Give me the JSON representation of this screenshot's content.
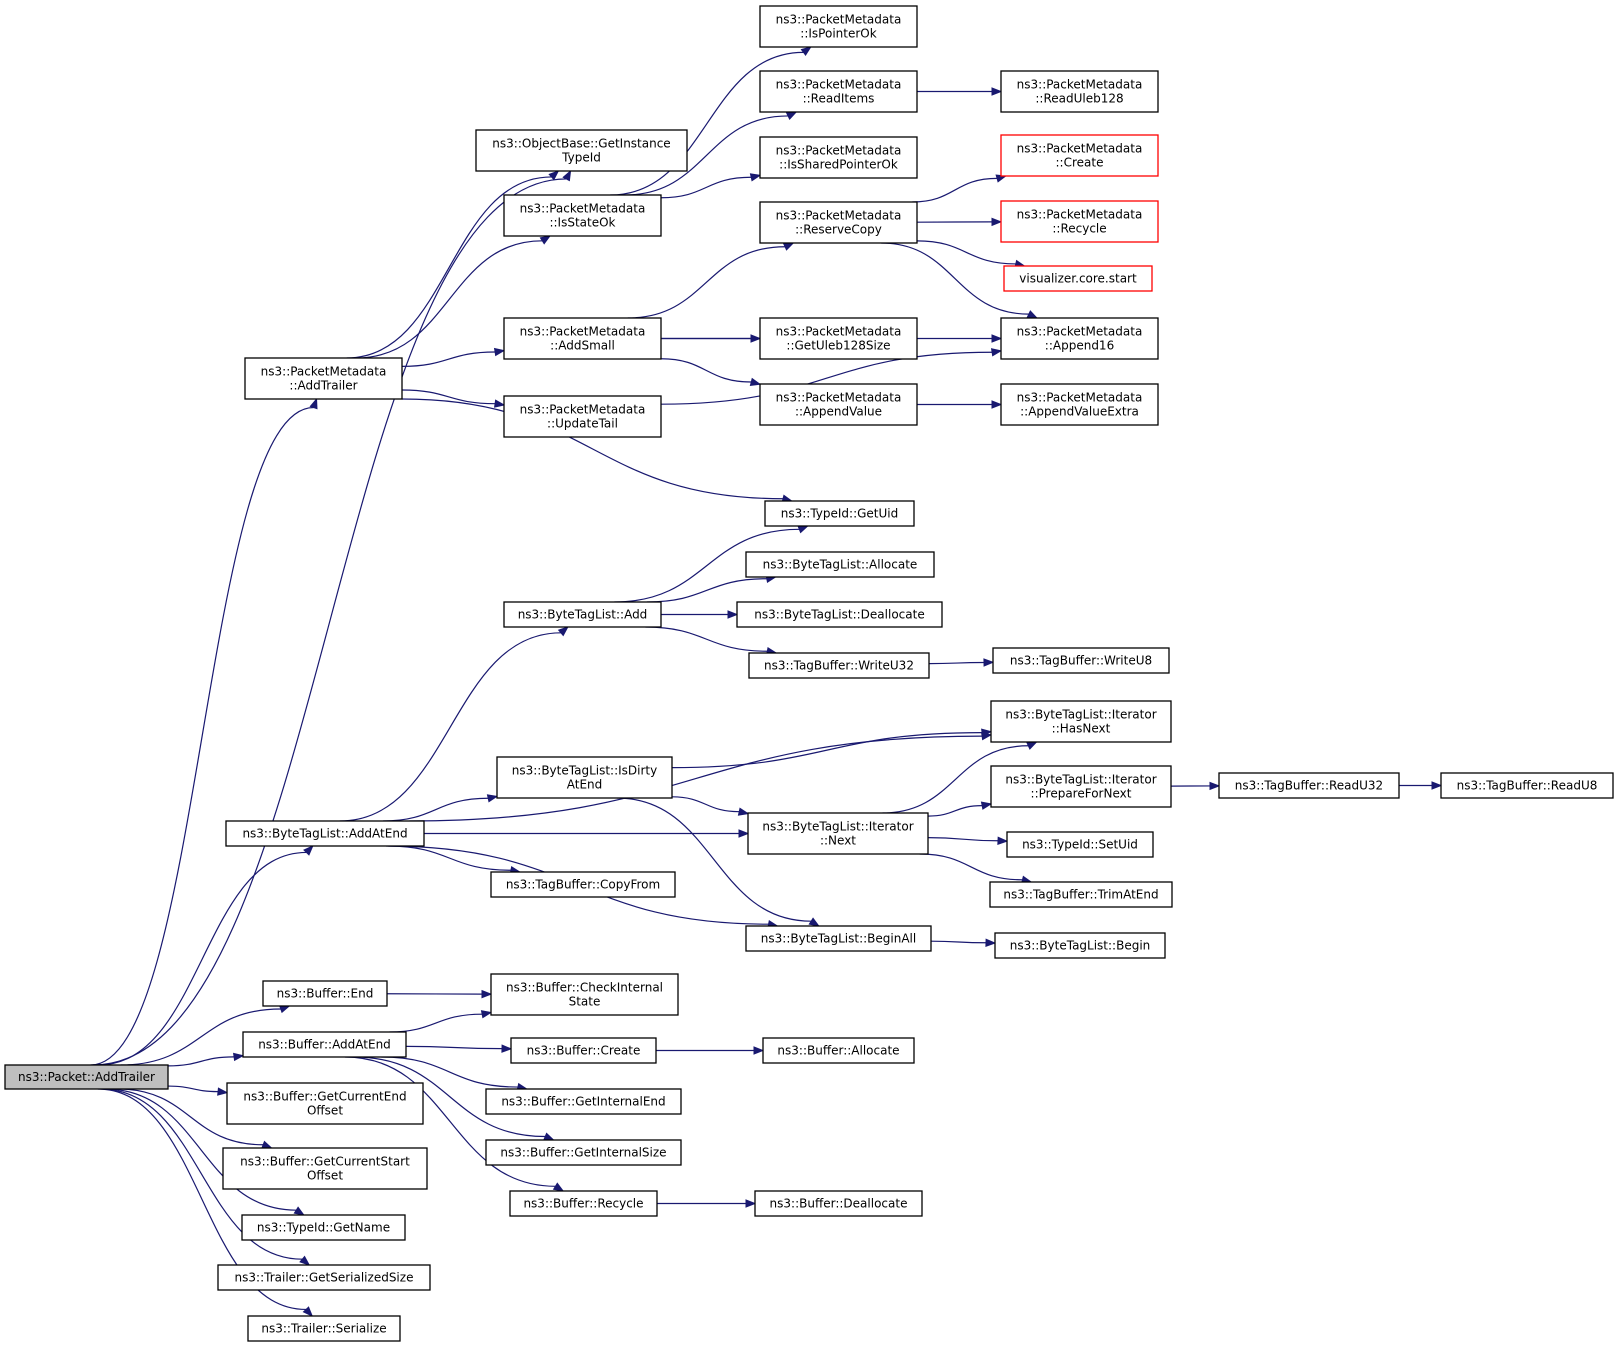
{
  "nodes": [
    {
      "id": "root",
      "lines": [
        "ns3::Packet::AddTrailer"
      ],
      "style": "root"
    },
    {
      "id": "objbase",
      "lines": [
        "ns3::ObjectBase::GetInstance",
        "TypeId"
      ]
    },
    {
      "id": "pm_addtrailer",
      "lines": [
        "ns3::PacketMetadata",
        "::AddTrailer"
      ]
    },
    {
      "id": "pm_isstateok",
      "lines": [
        "ns3::PacketMetadata",
        "::IsStateOk"
      ]
    },
    {
      "id": "pm_addsmall",
      "lines": [
        "ns3::PacketMetadata",
        "::AddSmall"
      ]
    },
    {
      "id": "pm_updatetail",
      "lines": [
        "ns3::PacketMetadata",
        "::UpdateTail"
      ]
    },
    {
      "id": "pm_ispointerok",
      "lines": [
        "ns3::PacketMetadata",
        "::IsPointerOk"
      ]
    },
    {
      "id": "pm_readitems",
      "lines": [
        "ns3::PacketMetadata",
        "::ReadItems"
      ]
    },
    {
      "id": "pm_issharedpointerok",
      "lines": [
        "ns3::PacketMetadata",
        "::IsSharedPointerOk"
      ]
    },
    {
      "id": "pm_reservecopy",
      "lines": [
        "ns3::PacketMetadata",
        "::ReserveCopy"
      ]
    },
    {
      "id": "pm_getuleb128size",
      "lines": [
        "ns3::PacketMetadata",
        "::GetUleb128Size"
      ]
    },
    {
      "id": "pm_appendvalue",
      "lines": [
        "ns3::PacketMetadata",
        "::AppendValue"
      ]
    },
    {
      "id": "pm_readuleb128",
      "lines": [
        "ns3::PacketMetadata",
        "::ReadUleb128"
      ]
    },
    {
      "id": "pm_create",
      "lines": [
        "ns3::PacketMetadata",
        "::Create"
      ],
      "style": "red"
    },
    {
      "id": "pm_recycle",
      "lines": [
        "ns3::PacketMetadata",
        "::Recycle"
      ],
      "style": "red"
    },
    {
      "id": "viz_start",
      "lines": [
        "visualizer.core.start"
      ],
      "style": "red"
    },
    {
      "id": "pm_append16",
      "lines": [
        "ns3::PacketMetadata",
        "::Append16"
      ]
    },
    {
      "id": "pm_appendvalueextra",
      "lines": [
        "ns3::PacketMetadata",
        "::AppendValueExtra"
      ]
    },
    {
      "id": "typeid_getuid",
      "lines": [
        "ns3::TypeId::GetUid"
      ]
    },
    {
      "id": "btl_allocate",
      "lines": [
        "ns3::ByteTagList::Allocate"
      ]
    },
    {
      "id": "btl_add",
      "lines": [
        "ns3::ByteTagList::Add"
      ]
    },
    {
      "id": "btl_deallocate",
      "lines": [
        "ns3::ByteTagList::Deallocate"
      ]
    },
    {
      "id": "tb_writeu32",
      "lines": [
        "ns3::TagBuffer::WriteU32"
      ]
    },
    {
      "id": "tb_writeu8",
      "lines": [
        "ns3::TagBuffer::WriteU8"
      ]
    },
    {
      "id": "btli_hasnext",
      "lines": [
        "ns3::ByteTagList::Iterator",
        "::HasNext"
      ]
    },
    {
      "id": "btl_isdirtyatend",
      "lines": [
        "ns3::ByteTagList::IsDirty",
        "AtEnd"
      ]
    },
    {
      "id": "btli_preparefornext",
      "lines": [
        "ns3::ByteTagList::Iterator",
        "::PrepareForNext"
      ]
    },
    {
      "id": "tb_readu32",
      "lines": [
        "ns3::TagBuffer::ReadU32"
      ]
    },
    {
      "id": "tb_readu8",
      "lines": [
        "ns3::TagBuffer::ReadU8"
      ]
    },
    {
      "id": "btl_addatend",
      "lines": [
        "ns3::ByteTagList::AddAtEnd"
      ]
    },
    {
      "id": "btli_next",
      "lines": [
        "ns3::ByteTagList::Iterator",
        "::Next"
      ]
    },
    {
      "id": "typeid_setuid",
      "lines": [
        "ns3::TypeId::SetUid"
      ]
    },
    {
      "id": "tb_copyfrom",
      "lines": [
        "ns3::TagBuffer::CopyFrom"
      ]
    },
    {
      "id": "tb_trimatend",
      "lines": [
        "ns3::TagBuffer::TrimAtEnd"
      ]
    },
    {
      "id": "btl_beginall",
      "lines": [
        "ns3::ByteTagList::BeginAll"
      ]
    },
    {
      "id": "btl_begin",
      "lines": [
        "ns3::ByteTagList::Begin"
      ]
    },
    {
      "id": "buf_end",
      "lines": [
        "ns3::Buffer::End"
      ]
    },
    {
      "id": "buf_checkinternalstate",
      "lines": [
        "ns3::Buffer::CheckInternal",
        "State"
      ]
    },
    {
      "id": "buf_addatend",
      "lines": [
        "ns3::Buffer::AddAtEnd"
      ]
    },
    {
      "id": "buf_create",
      "lines": [
        "ns3::Buffer::Create"
      ]
    },
    {
      "id": "buf_allocate",
      "lines": [
        "ns3::Buffer::Allocate"
      ]
    },
    {
      "id": "buf_getcurrentendoffset",
      "lines": [
        "ns3::Buffer::GetCurrentEnd",
        "Offset"
      ]
    },
    {
      "id": "buf_getinternalend",
      "lines": [
        "ns3::Buffer::GetInternalEnd"
      ]
    },
    {
      "id": "buf_getcurrentstartoffset",
      "lines": [
        "ns3::Buffer::GetCurrentStart",
        "Offset"
      ]
    },
    {
      "id": "buf_getinternalsize",
      "lines": [
        "ns3::Buffer::GetInternalSize"
      ]
    },
    {
      "id": "buf_recycle",
      "lines": [
        "ns3::Buffer::Recycle"
      ]
    },
    {
      "id": "buf_deallocate",
      "lines": [
        "ns3::Buffer::Deallocate"
      ]
    },
    {
      "id": "typeid_getname",
      "lines": [
        "ns3::TypeId::GetName"
      ]
    },
    {
      "id": "trailer_getserializedsize",
      "lines": [
        "ns3::Trailer::GetSerializedSize"
      ]
    },
    {
      "id": "trailer_serialize",
      "lines": [
        "ns3::Trailer::Serialize"
      ]
    }
  ],
  "edges": [
    [
      "root",
      "objbase"
    ],
    [
      "root",
      "pm_addtrailer"
    ],
    [
      "root",
      "btl_addatend"
    ],
    [
      "root",
      "buf_end"
    ],
    [
      "root",
      "buf_addatend"
    ],
    [
      "root",
      "buf_getcurrentendoffset"
    ],
    [
      "root",
      "buf_getcurrentstartoffset"
    ],
    [
      "root",
      "typeid_getname"
    ],
    [
      "root",
      "trailer_getserializedsize"
    ],
    [
      "root",
      "trailer_serialize"
    ],
    [
      "pm_addtrailer",
      "objbase"
    ],
    [
      "pm_addtrailer",
      "pm_isstateok"
    ],
    [
      "pm_addtrailer",
      "pm_addsmall"
    ],
    [
      "pm_addtrailer",
      "pm_updatetail"
    ],
    [
      "pm_addtrailer",
      "typeid_getuid"
    ],
    [
      "pm_isstateok",
      "pm_ispointerok"
    ],
    [
      "pm_isstateok",
      "pm_readitems"
    ],
    [
      "pm_isstateok",
      "pm_issharedpointerok"
    ],
    [
      "pm_readitems",
      "pm_readuleb128"
    ],
    [
      "pm_addsmall",
      "pm_reservecopy"
    ],
    [
      "pm_addsmall",
      "pm_append16"
    ],
    [
      "pm_addsmall",
      "pm_getuleb128size"
    ],
    [
      "pm_addsmall",
      "pm_appendvalue"
    ],
    [
      "pm_reservecopy",
      "pm_create"
    ],
    [
      "pm_reservecopy",
      "pm_recycle"
    ],
    [
      "pm_reservecopy",
      "viz_start"
    ],
    [
      "pm_reservecopy",
      "pm_append16"
    ],
    [
      "pm_appendvalue",
      "pm_appendvalueextra"
    ],
    [
      "pm_updatetail",
      "pm_append16"
    ],
    [
      "btl_addatend",
      "btl_add"
    ],
    [
      "btl_addatend",
      "btli_hasnext"
    ],
    [
      "btl_addatend",
      "btl_isdirtyatend"
    ],
    [
      "btl_addatend",
      "btli_next"
    ],
    [
      "btl_addatend",
      "tb_copyfrom"
    ],
    [
      "btl_addatend",
      "btl_beginall"
    ],
    [
      "btl_add",
      "typeid_getuid"
    ],
    [
      "btl_add",
      "btl_allocate"
    ],
    [
      "btl_add",
      "btl_deallocate"
    ],
    [
      "btl_add",
      "tb_writeu32"
    ],
    [
      "tb_writeu32",
      "tb_writeu8"
    ],
    [
      "btl_isdirtyatend",
      "btli_hasnext"
    ],
    [
      "btl_isdirtyatend",
      "btli_next"
    ],
    [
      "btl_isdirtyatend",
      "btl_beginall"
    ],
    [
      "btli_next",
      "btli_hasnext"
    ],
    [
      "btli_next",
      "btli_preparefornext"
    ],
    [
      "btli_next",
      "typeid_setuid"
    ],
    [
      "btli_next",
      "tb_trimatend"
    ],
    [
      "btli_preparefornext",
      "tb_readu32"
    ],
    [
      "tb_readu32",
      "tb_readu8"
    ],
    [
      "btl_beginall",
      "btl_begin"
    ],
    [
      "buf_end",
      "buf_checkinternalstate"
    ],
    [
      "buf_addatend",
      "buf_checkinternalstate"
    ],
    [
      "buf_addatend",
      "buf_create"
    ],
    [
      "buf_addatend",
      "buf_getinternalend"
    ],
    [
      "buf_addatend",
      "buf_getinternalsize"
    ],
    [
      "buf_addatend",
      "buf_recycle"
    ],
    [
      "buf_create",
      "buf_allocate"
    ],
    [
      "buf_recycle",
      "buf_deallocate"
    ]
  ]
}
